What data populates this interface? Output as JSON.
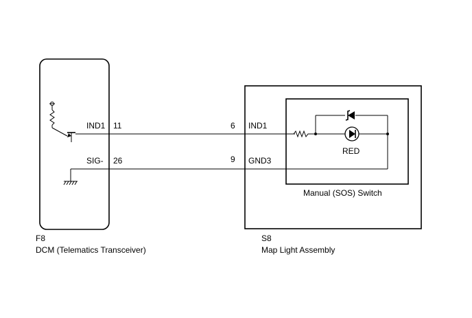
{
  "dcm": {
    "connector": "F8",
    "name": "DCM (Telematics Transceiver)",
    "pins": [
      {
        "label": "IND1",
        "number": "11"
      },
      {
        "label": "SIG-",
        "number": "26"
      }
    ]
  },
  "map_light": {
    "connector": "S8",
    "name": "Map Light Assembly",
    "pins": [
      {
        "label": "IND1",
        "number": "6"
      },
      {
        "label": "GND3",
        "number": "9"
      }
    ],
    "switch": {
      "name": "Manual (SOS) Switch",
      "led_color": "RED"
    }
  }
}
